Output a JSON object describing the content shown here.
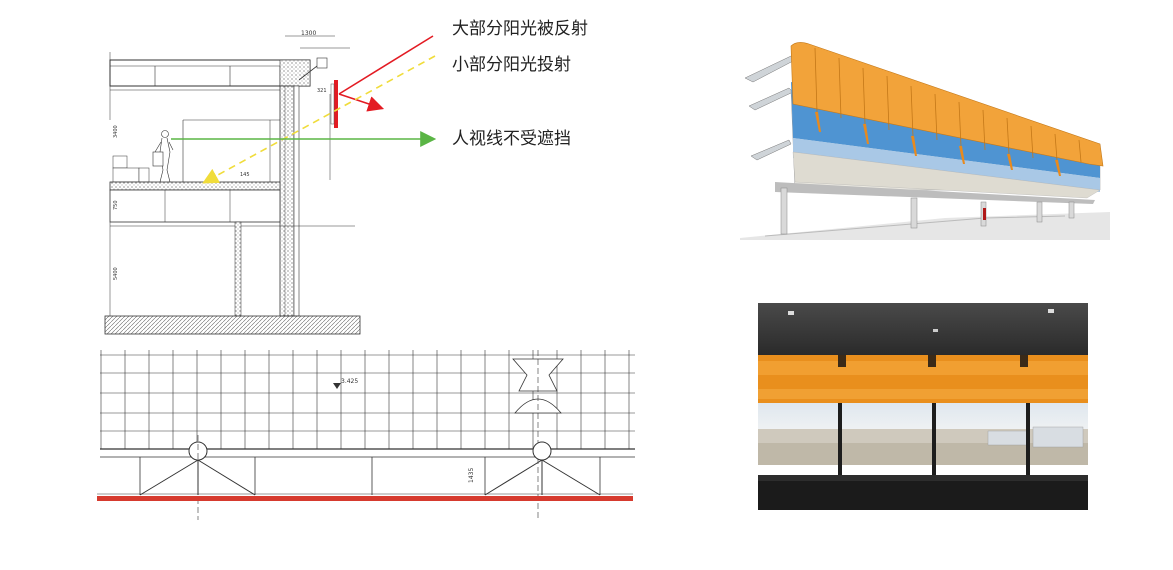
{
  "annotations": {
    "reflected": "大部分阳光被反射",
    "transmitted": "小部分阳光投射",
    "sightline": "人视线不受遮挡"
  },
  "section_dims": {
    "top_width": "1300",
    "canopy": "321",
    "dim_upper": "3400",
    "dim_floor": "145",
    "dim_slab": "750",
    "dim_lower": "5400"
  },
  "plan_dims": {
    "note": "3.425",
    "height": "1435"
  },
  "colors": {
    "reflected_ray": "#e31b23",
    "transmitted_ray": "#f0dc3a",
    "sightline_ray": "#5ab545",
    "louver": "#f2a33a",
    "ground_line": "#d63a2e"
  }
}
